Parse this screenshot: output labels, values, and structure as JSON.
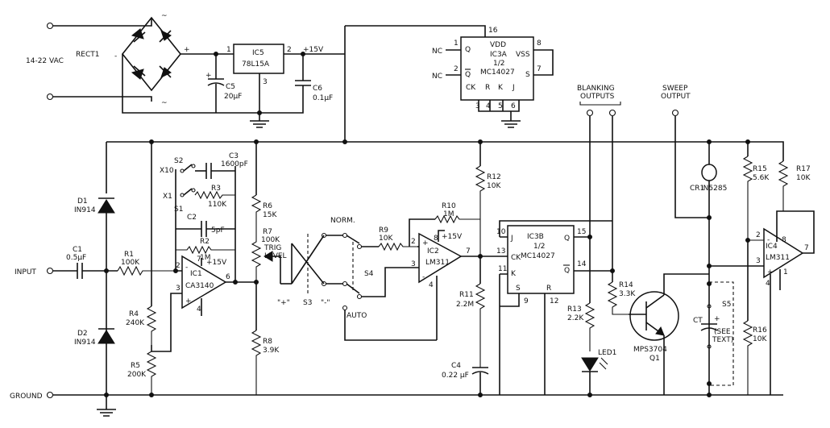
{
  "terminals": {
    "ac_in": "14-22 VAC",
    "input": "INPUT",
    "ground": "GROUND"
  },
  "rect": {
    "label": "RECT1",
    "plus": "+",
    "minus": "-",
    "ac_a": "~",
    "ac_b": "~"
  },
  "ic5": {
    "name": "IC5",
    "part": "78L15A",
    "p1": "1",
    "p2": "2",
    "p3": "3"
  },
  "rail": "+15V",
  "c5": {
    "name": "C5",
    "value": "20µF",
    "plus": "+"
  },
  "c6": {
    "name": "C6",
    "value": "0.1µF"
  },
  "ic3a": {
    "vdd": "VDD",
    "vss": "VSS",
    "name": "IC3A",
    "half": "1/2",
    "part": "MC14027",
    "q": "Q",
    "qbar": "Q",
    "s": "S",
    "ck": "CK",
    "r": "R",
    "k": "K",
    "j": "J",
    "p16": "16",
    "p1": "1",
    "p2": "2",
    "p8": "8",
    "p7": "7",
    "p3": "3",
    "p4": "4",
    "p5": "5",
    "p6": "6"
  },
  "nc": "NC",
  "blanking": {
    "l1": "BLANKING",
    "l2": "OUTPUTS"
  },
  "sweep": {
    "l1": "SWEEP",
    "l2": "OUTPUT"
  },
  "c1": {
    "name": "C1",
    "value": "0.5µF"
  },
  "r1": {
    "name": "R1",
    "value": "100K"
  },
  "d1": {
    "name": "D1",
    "part": "IN914"
  },
  "d2": {
    "name": "D2",
    "part": "IN914"
  },
  "r4": {
    "name": "R4",
    "value": "240K"
  },
  "r5": {
    "name": "R5",
    "value": "200K"
  },
  "s2": {
    "name": "S2",
    "pos": "X10"
  },
  "s1": {
    "name": "S1",
    "pos": "X1"
  },
  "c3": {
    "name": "C3",
    "value": "1600pF"
  },
  "r3": {
    "name": "R3",
    "value": "110K"
  },
  "c2": {
    "name": "C2",
    "value": "5pF"
  },
  "r2": {
    "name": "R2",
    "value": "1M"
  },
  "ic1": {
    "name": "IC1",
    "part": "CA3140",
    "p2": "2",
    "p3": "3",
    "p4": "4",
    "p6": "6",
    "p7": "7",
    "v": "+15V",
    "minus": "-",
    "plus": "+"
  },
  "r6": {
    "name": "R6",
    "value": "15K"
  },
  "r7": {
    "name": "R7",
    "value": "100K",
    "l1": "TRIG",
    "l2": "LEVEL"
  },
  "r8": {
    "name": "R8",
    "value": "3.9K"
  },
  "s3": {
    "name": "S3",
    "plus": "\"+\"",
    "minus": "\"-\""
  },
  "s4": {
    "name": "S4",
    "norm": "NORM.",
    "auto": "AUTO"
  },
  "r9": {
    "name": "R9",
    "value": "10K"
  },
  "r10": {
    "name": "R10",
    "value": "1M"
  },
  "ic2": {
    "name": "IC2",
    "part": "LM311",
    "p2": "2",
    "p3": "3",
    "p4": "4",
    "p7": "7",
    "p8": "8",
    "v": "+15V",
    "minus": "-",
    "plus": "+"
  },
  "r12": {
    "name": "R12",
    "value": "10K"
  },
  "r11": {
    "name": "R11",
    "value": "2.2M"
  },
  "c4": {
    "name": "C4",
    "value": "0.22 µF"
  },
  "ic3b": {
    "name": "IC3B",
    "half": "1/2",
    "part": "MC14027",
    "j": "J",
    "ck": "CK",
    "k": "K",
    "s": "S",
    "r": "R",
    "q": "Q",
    "qbar": "Q",
    "p10": "10",
    "p13": "13",
    "p11": "11",
    "p9": "9",
    "p12": "12",
    "p15": "15",
    "p14": "14"
  },
  "r13": {
    "name": "R13",
    "value": "2.2K"
  },
  "led1": {
    "name": "LED1"
  },
  "r14": {
    "name": "R14",
    "value": "3.3K"
  },
  "q1": {
    "part": "MPS3704",
    "name": "Q1"
  },
  "cr1": {
    "name": "CR1",
    "part": "IN5285"
  },
  "ct": {
    "name": "CT",
    "plus": "+",
    "note1": "(SEE",
    "note2": "TEXT)"
  },
  "s5": {
    "name": "S5"
  },
  "r15": {
    "name": "R15",
    "value": "5.6K"
  },
  "r16": {
    "name": "R16",
    "value": "10K"
  },
  "r17": {
    "name": "R17",
    "value": "10K"
  },
  "ic4": {
    "name": "IC4",
    "part": "LM311",
    "p2": "2",
    "p3": "3",
    "p4": "4",
    "p7": "7",
    "p8": "8",
    "p1": "1",
    "minus": "-",
    "plus": "+"
  }
}
